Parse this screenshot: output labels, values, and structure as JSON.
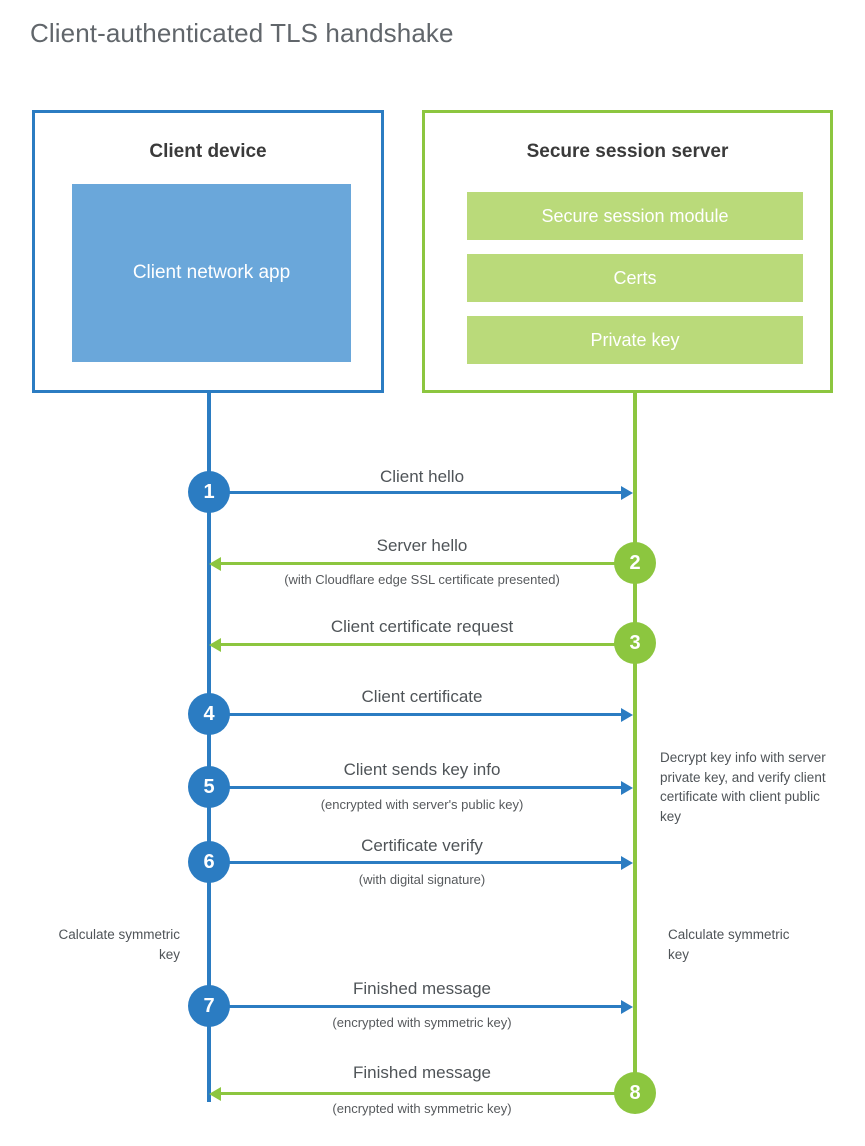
{
  "diagram": {
    "title": "Client-authenticated TLS handshake",
    "colors": {
      "client_blue": "#2b7cc2",
      "client_app_blue": "#6aa7da",
      "server_green": "#8cc63f",
      "server_bar_green": "#bada7a",
      "text_gray": "#4f5458",
      "title_gray": "#61666b"
    },
    "actors": {
      "client": {
        "title": "Client device",
        "component": "Client network app"
      },
      "server": {
        "title": "Secure session server",
        "components": [
          "Secure session module",
          "Certs",
          "Private key"
        ]
      }
    },
    "steps": [
      {
        "number": "1",
        "label": "Client hello",
        "sub": "",
        "direction": "client-to-server",
        "color": "blue"
      },
      {
        "number": "2",
        "label": "Server hello",
        "sub": "(with Cloudflare edge SSL certificate presented)",
        "direction": "server-to-client",
        "color": "green"
      },
      {
        "number": "3",
        "label": "Client certificate request",
        "sub": "",
        "direction": "server-to-client",
        "color": "green"
      },
      {
        "number": "4",
        "label": "Client certificate",
        "sub": "",
        "direction": "client-to-server",
        "color": "blue"
      },
      {
        "number": "5",
        "label": "Client sends key info",
        "sub": "(encrypted with server's public key)",
        "direction": "client-to-server",
        "color": "blue"
      },
      {
        "number": "6",
        "label": "Certificate verify",
        "sub": "(with digital signature)",
        "direction": "client-to-server",
        "color": "blue"
      },
      {
        "number": "7",
        "label": "Finished message",
        "sub": "(encrypted with symmetric key)",
        "direction": "client-to-server",
        "color": "blue"
      },
      {
        "number": "8",
        "label": "Finished message",
        "sub": "(encrypted with symmetric key)",
        "direction": "server-to-client",
        "color": "green"
      }
    ],
    "annotations": {
      "server_decrypt": "Decrypt key info with server private key, and verify client certificate with client public key",
      "client_calculate": "Calculate symmetric key",
      "server_calculate": "Calculate symmetric key"
    }
  }
}
